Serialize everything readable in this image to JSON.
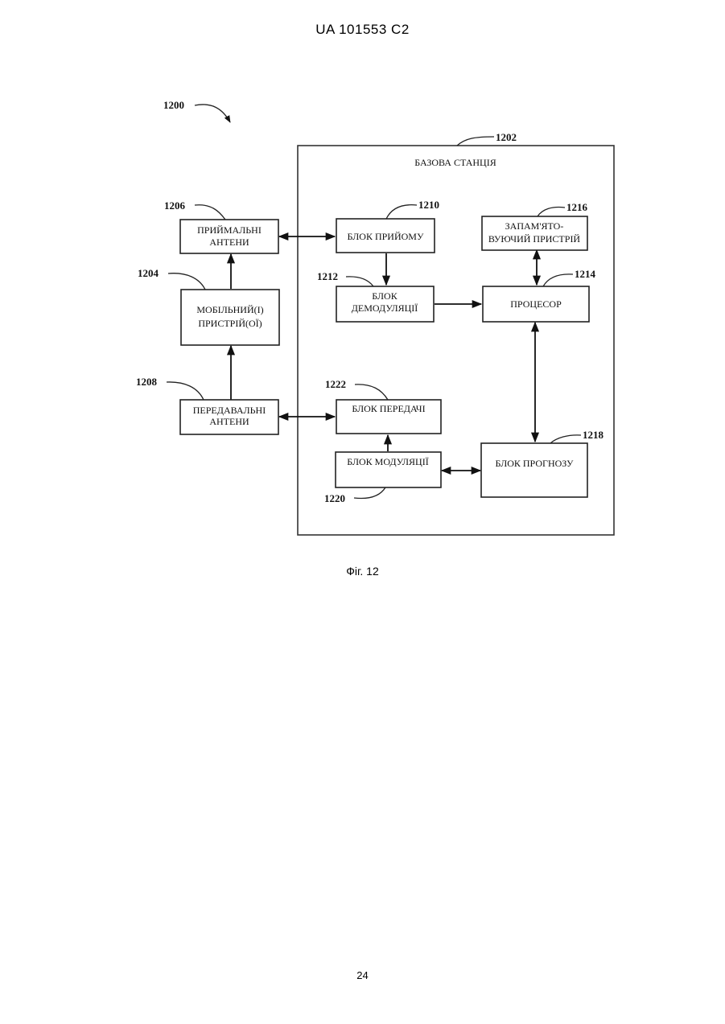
{
  "header": {
    "text": "UA   101553   C2"
  },
  "caption": {
    "text": "Фіг. 12"
  },
  "page_number": "24",
  "diagram": {
    "ref_system": "1200",
    "base_station": {
      "ref": "1202",
      "label": "БАЗОВА СТАНЦІЯ"
    },
    "blocks": {
      "rx_antennas": {
        "ref": "1206",
        "lines": [
          "ПРИЙМАЛЬНІ",
          "АНТЕНИ"
        ]
      },
      "mobile_devices": {
        "ref": "1204",
        "lines": [
          "МОБІЛЬНИЙ(І)",
          "ПРИСТРІЙ(ОЇ)"
        ]
      },
      "tx_antennas": {
        "ref": "1208",
        "lines": [
          "ПЕРЕДАВАЛЬНІ",
          "АНТЕНИ"
        ]
      },
      "receiver": {
        "ref": "1210",
        "lines": [
          "БЛОК ПРИЙОМУ"
        ]
      },
      "demodulator": {
        "ref": "1212",
        "lines": [
          "БЛОК",
          "ДЕМОДУЛЯЦІЇ"
        ]
      },
      "memory": {
        "ref": "1216",
        "lines": [
          "ЗАПАМ'ЯТО-",
          "ВУЮЧИЙ ПРИСТРІЙ"
        ]
      },
      "processor": {
        "ref": "1214",
        "lines": [
          "ПРОЦЕСОР"
        ]
      },
      "transmitter": {
        "ref": "1222",
        "lines": [
          "БЛОК ПЕРЕДАЧІ"
        ]
      },
      "modulator": {
        "ref": "1220",
        "lines": [
          "БЛОК МОДУЛЯЦІЇ"
        ]
      },
      "predictor": {
        "ref": "1218",
        "lines": [
          "БЛОК ПРОГНОЗУ"
        ]
      }
    }
  }
}
